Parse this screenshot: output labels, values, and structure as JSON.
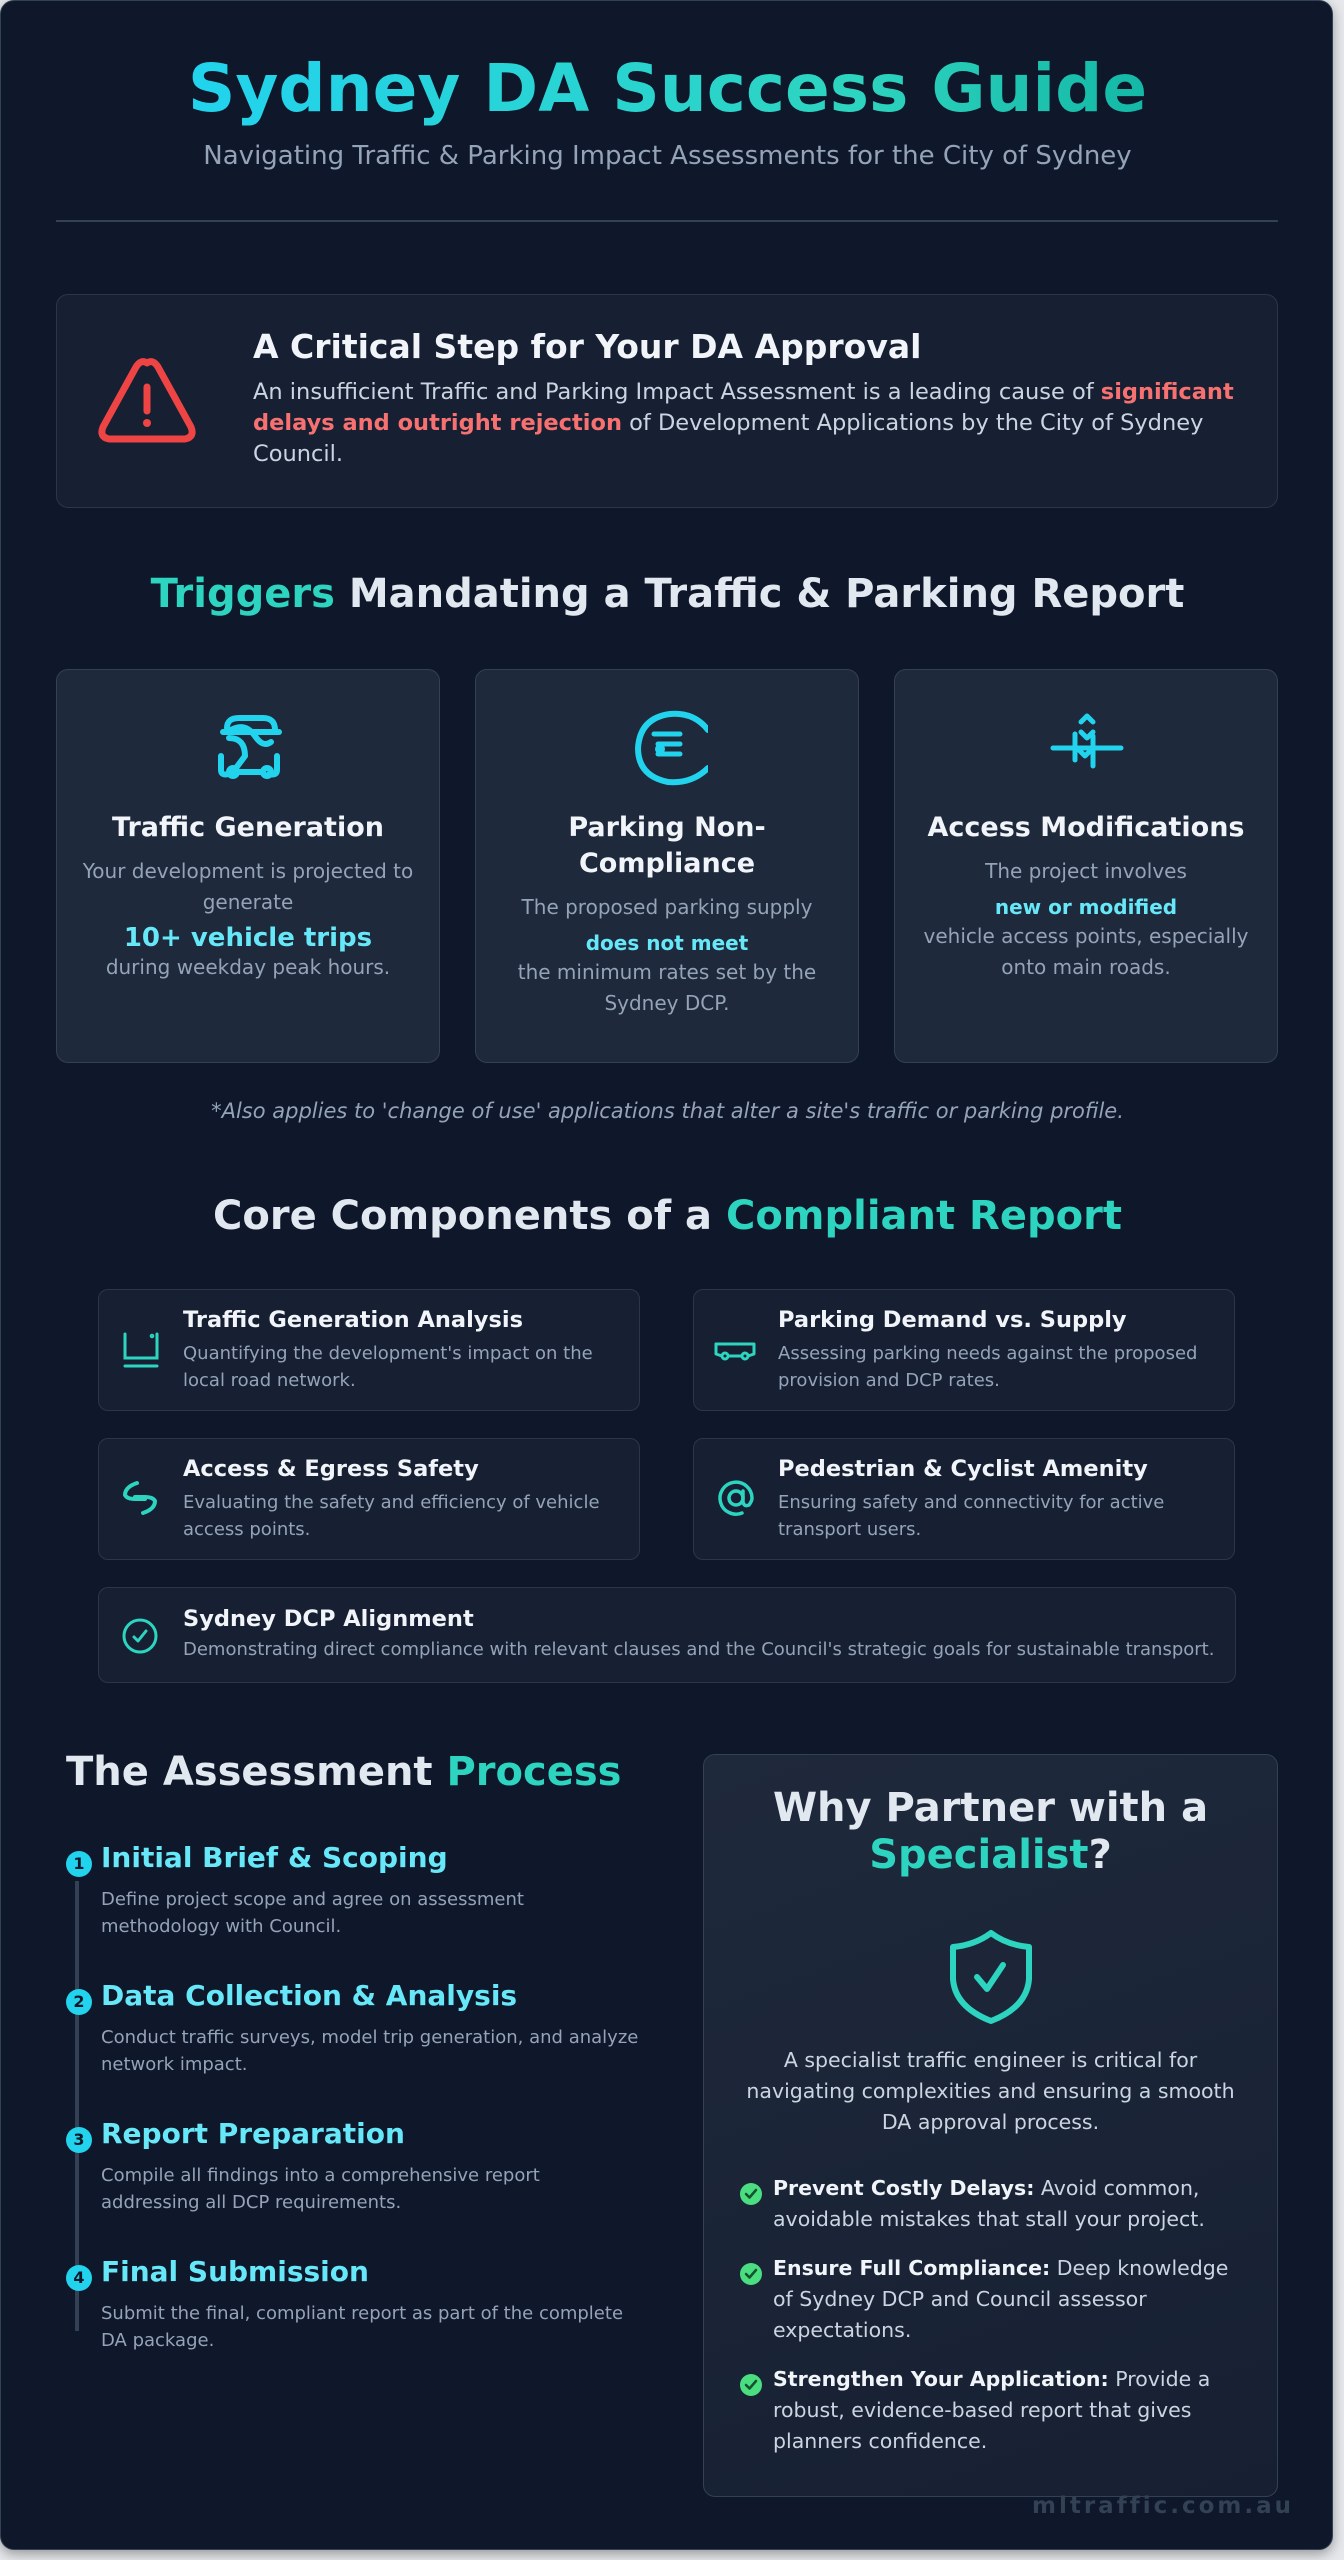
{
  "header": {
    "title": "Sydney DA Success Guide",
    "subtitle": "Navigating Traffic & Parking Impact Assessments for the City of Sydney"
  },
  "alert": {
    "icon": "warning-triangle-icon",
    "title": "A Critical Step for Your DA Approval",
    "text_before": "An insufficient Traffic and Parking Impact Assessment is a leading cause of ",
    "text_highlight": "significant delays and outright rejection",
    "text_after": " of Development Applications by the City of Sydney Council.",
    "color": "#f87171"
  },
  "triggers": {
    "title_accent": "Triggers",
    "title_rest": " Mandating a Traffic & Parking Report",
    "cards": [
      {
        "icon": "car-icon",
        "title": "Traffic Generation",
        "desc_before": "Your development is projected to generate",
        "highlight": "10+ vehicle trips",
        "desc_after": "during weekday peak hours."
      },
      {
        "icon": "parking-icon",
        "title": "Parking Non-Compliance",
        "desc_before": "The proposed parking supply",
        "highlight": "does not meet",
        "desc_after": "the minimum rates set by the Sydney DCP."
      },
      {
        "icon": "road-access-icon",
        "title": "Access Modifications",
        "desc_before": "The project involves",
        "highlight": "new or modified",
        "desc_after": "vehicle access points, especially onto main roads."
      }
    ],
    "footnote": "*Also applies to 'change of use' applications that alter a site's traffic or parking profile."
  },
  "components": {
    "title_rest": "Core Components of a ",
    "title_accent": "Compliant Report",
    "items": [
      {
        "icon": "traffic-analysis-icon",
        "title": "Traffic Generation Analysis",
        "desc": "Quantifying the development's impact on the local road network."
      },
      {
        "icon": "parking-vehicle-icon",
        "title": "Parking Demand vs. Supply",
        "desc": "Assessing parking needs against the proposed provision and DCP rates."
      },
      {
        "icon": "access-egress-icon",
        "title": "Access & Egress Safety",
        "desc": "Evaluating the safety and efficiency of vehicle access points."
      },
      {
        "icon": "pedestrian-cyclist-icon",
        "title": "Pedestrian & Cyclist Amenity",
        "desc": "Ensuring safety and connectivity for active transport users."
      },
      {
        "icon": "check-circle-icon",
        "title": "Sydney DCP Alignment",
        "desc": "Demonstrating direct compliance with relevant clauses and the Council's strategic goals for sustainable transport."
      }
    ]
  },
  "process": {
    "title_rest": "The Assessment ",
    "title_accent": "Process",
    "steps": [
      {
        "num": "1",
        "title": "Initial Brief & Scoping",
        "desc": "Define project scope and agree on assessment methodology with Council."
      },
      {
        "num": "2",
        "title": "Data Collection & Analysis",
        "desc": "Conduct traffic surveys, model trip generation, and analyze network impact."
      },
      {
        "num": "3",
        "title": "Report Preparation",
        "desc": "Compile all findings into a comprehensive report addressing all DCP requirements."
      },
      {
        "num": "4",
        "title": "Final Submission",
        "desc": "Submit the final, compliant report as part of the complete DA package."
      }
    ]
  },
  "partner": {
    "title_line1": "Why Partner with a",
    "title_accent": "Specialist",
    "title_end": "?",
    "icon": "shield-check-icon",
    "intro": "A specialist traffic engineer is critical for navigating complexities and ensuring a smooth DA approval process.",
    "benefits": [
      {
        "bold": "Prevent Costly Delays:",
        "text": " Avoid common, avoidable mistakes that stall your project."
      },
      {
        "bold": "Ensure Full Compliance:",
        "text": " Deep knowledge of Sydney DCP and Council assessor expectations."
      },
      {
        "bold": "Strengthen Your Application:",
        "text": " Provide a robust, evidence-based report that gives planners confidence."
      }
    ]
  },
  "footer": {
    "watermark": "mltraffic.com.au"
  },
  "colors": {
    "background": "#0f172a",
    "card": "#1e293b",
    "accent_teal": "#2dd4bf",
    "accent_cyan": "#22d3ee",
    "highlight_cyan": "#67e8f9",
    "danger": "#f87171",
    "success": "#4ade80"
  }
}
